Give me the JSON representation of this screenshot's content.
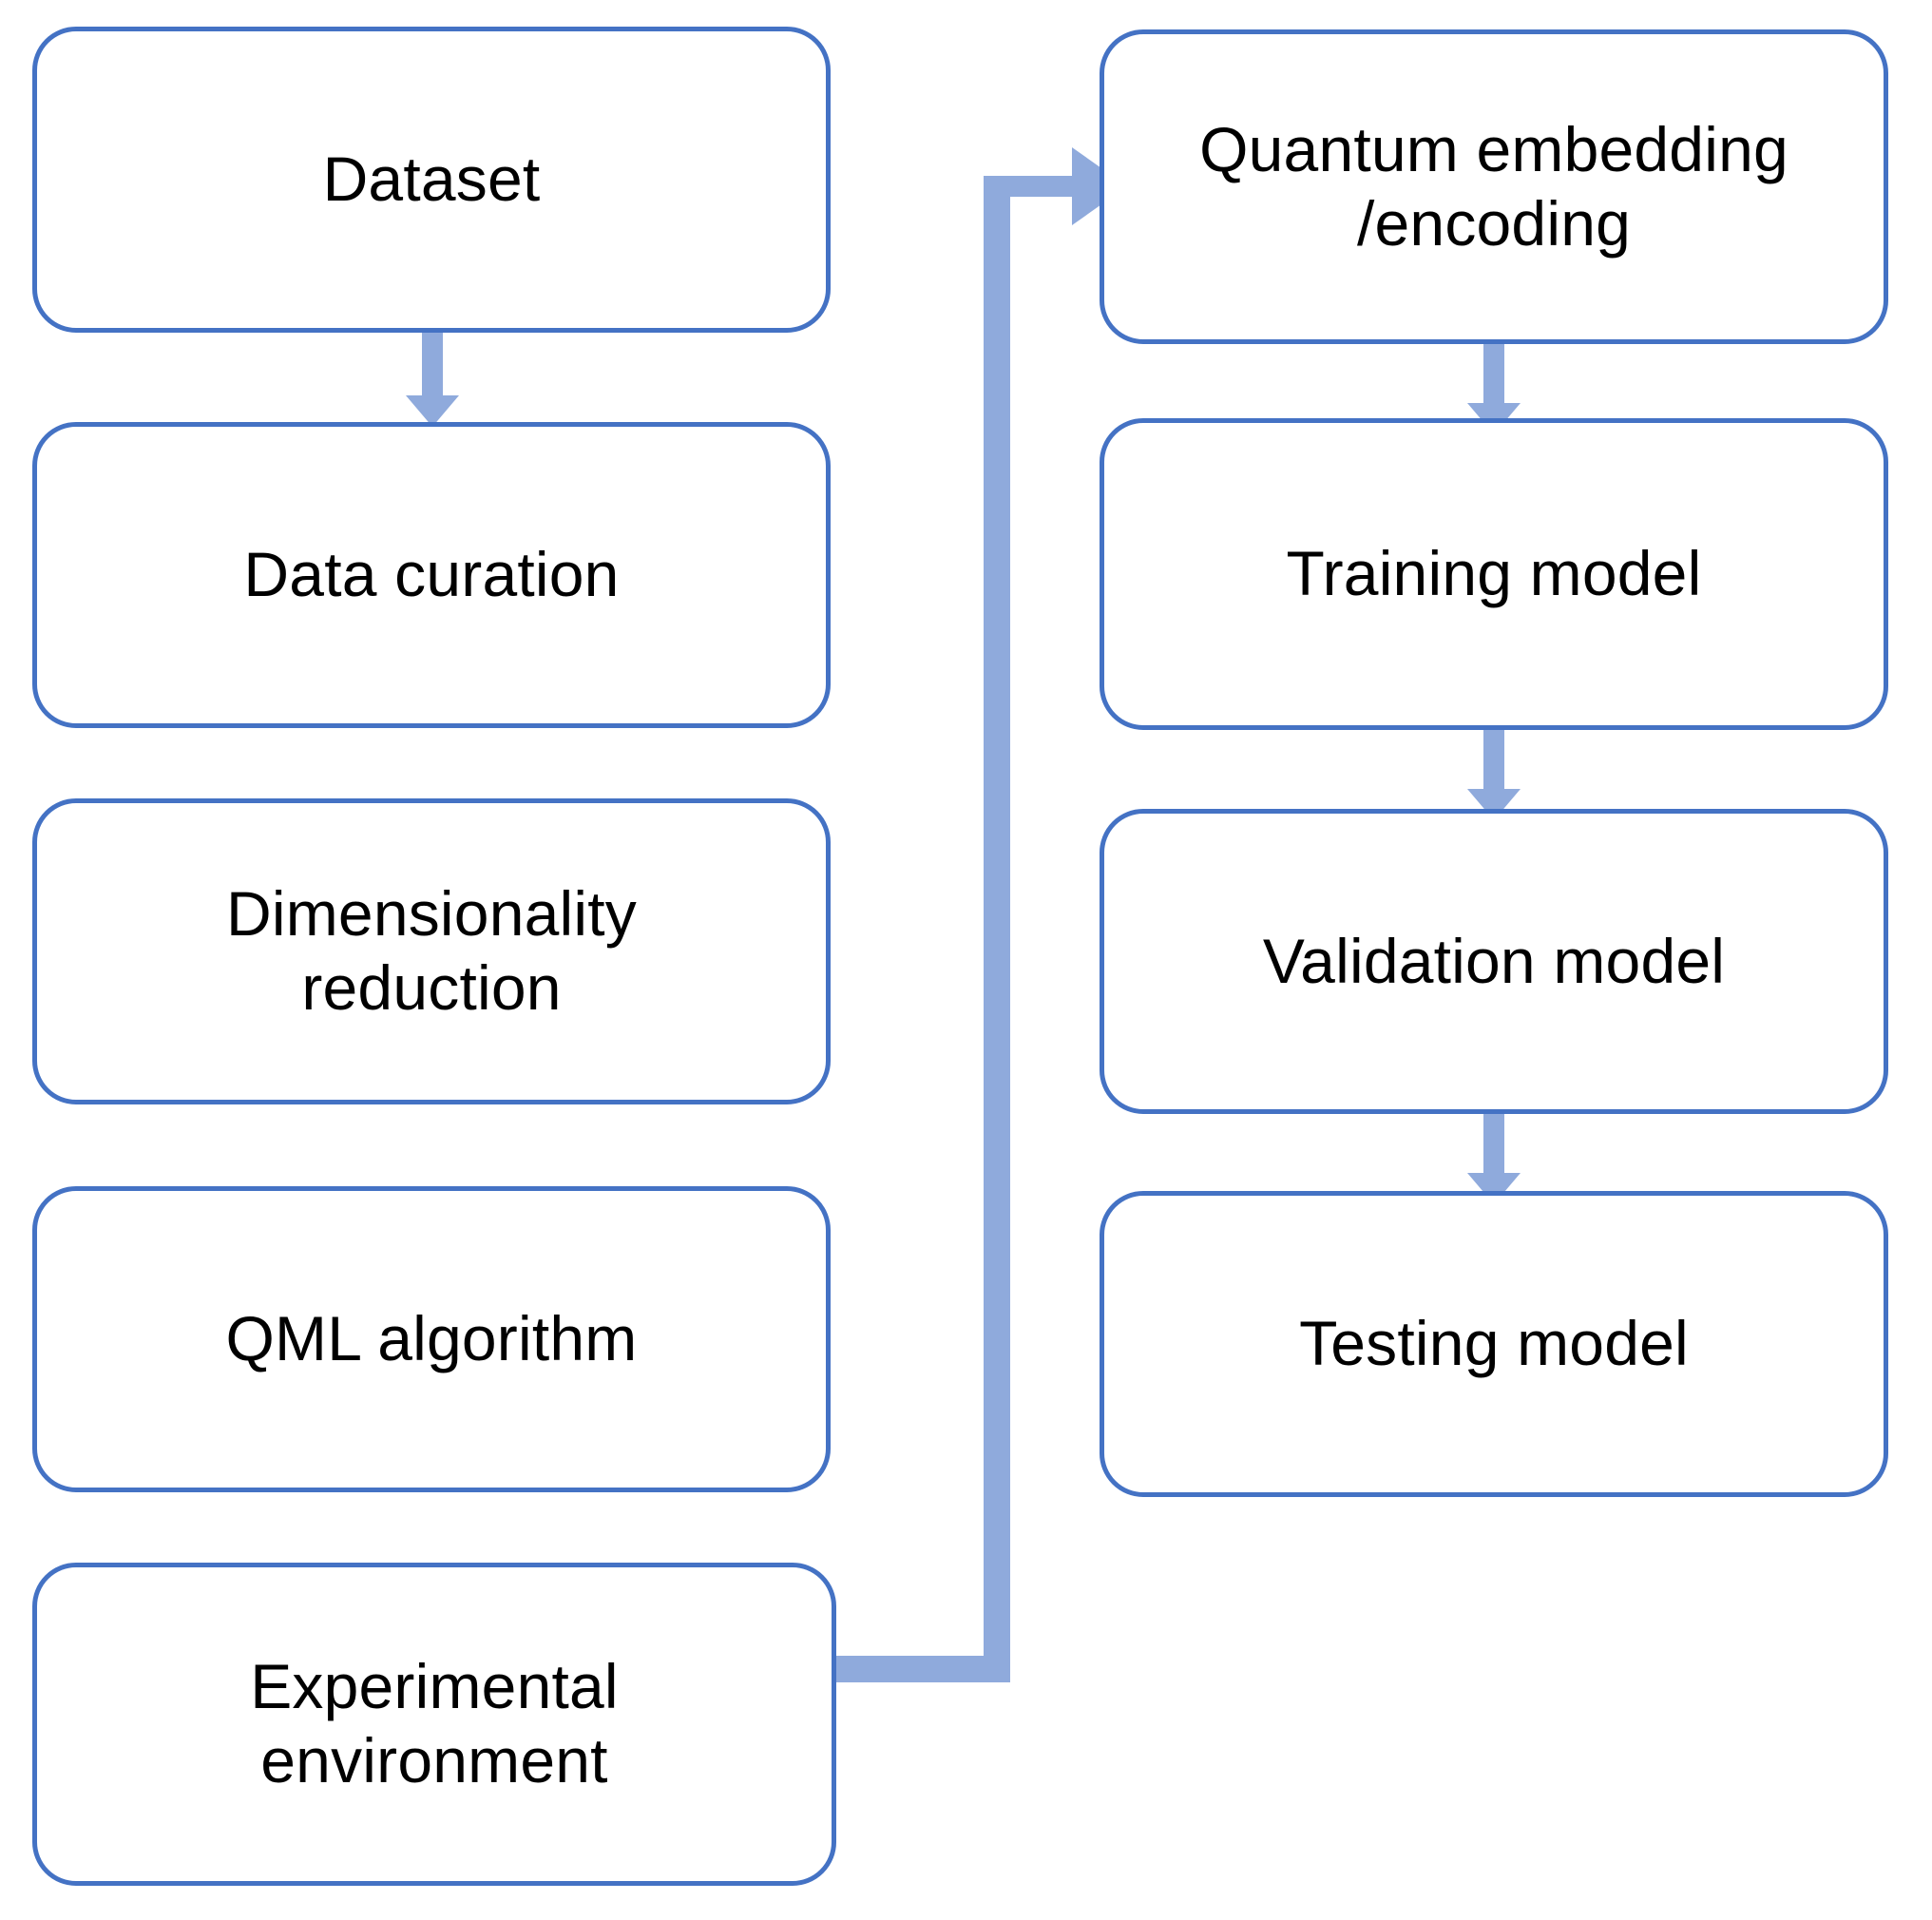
{
  "diagram": {
    "type": "flowchart",
    "title": "",
    "colors": {
      "node_border": "#4472C4",
      "node_fill": "#FFFFFF",
      "arrow_fill": "#8FAADC",
      "text": "#000000",
      "background": "#FFFFFF"
    },
    "columns": [
      {
        "name": "left-column",
        "nodes": [
          {
            "id": "dataset",
            "label": "Dataset"
          },
          {
            "id": "data-curation",
            "label": "Data curation"
          },
          {
            "id": "dimensionality-reduction",
            "label": "Dimensionality\nreduction"
          },
          {
            "id": "qml-algorithm",
            "label": "QML algorithm"
          },
          {
            "id": "experimental-environment",
            "label": "Experimental\nenvironment"
          }
        ]
      },
      {
        "name": "right-column",
        "nodes": [
          {
            "id": "quantum-embedding",
            "label": "Quantum embedding\n/encoding"
          },
          {
            "id": "training-model",
            "label": "Training model"
          },
          {
            "id": "validation-model",
            "label": "Validation model"
          },
          {
            "id": "testing-model",
            "label": "Testing model"
          }
        ]
      }
    ],
    "edges": [
      {
        "id": "edge-dataset-to-data-curation",
        "from": "dataset",
        "to": "data-curation",
        "style": "block-arrow-down"
      },
      {
        "id": "edge-data-curation-to-dimensionality-reduction",
        "from": "data-curation",
        "to": "dimensionality-reduction",
        "style": "block-arrow-down"
      },
      {
        "id": "edge-dimensionality-reduction-to-qml-algorithm",
        "from": "dimensionality-reduction",
        "to": "qml-algorithm",
        "style": "block-arrow-down"
      },
      {
        "id": "edge-qml-algorithm-to-experimental-environment",
        "from": "qml-algorithm",
        "to": "experimental-environment",
        "style": "block-arrow-down"
      },
      {
        "id": "edge-experimental-environment-to-quantum-embedding",
        "from": "experimental-environment",
        "to": "quantum-embedding",
        "style": "block-arrow-elbow-right"
      },
      {
        "id": "edge-quantum-embedding-to-training-model",
        "from": "quantum-embedding",
        "to": "training-model",
        "style": "block-arrow-down"
      },
      {
        "id": "edge-training-model-to-validation-model",
        "from": "training-model",
        "to": "validation-model",
        "style": "block-arrow-down"
      },
      {
        "id": "edge-validation-model-to-testing-model",
        "from": "validation-model",
        "to": "testing-model",
        "style": "block-arrow-down"
      }
    ]
  }
}
